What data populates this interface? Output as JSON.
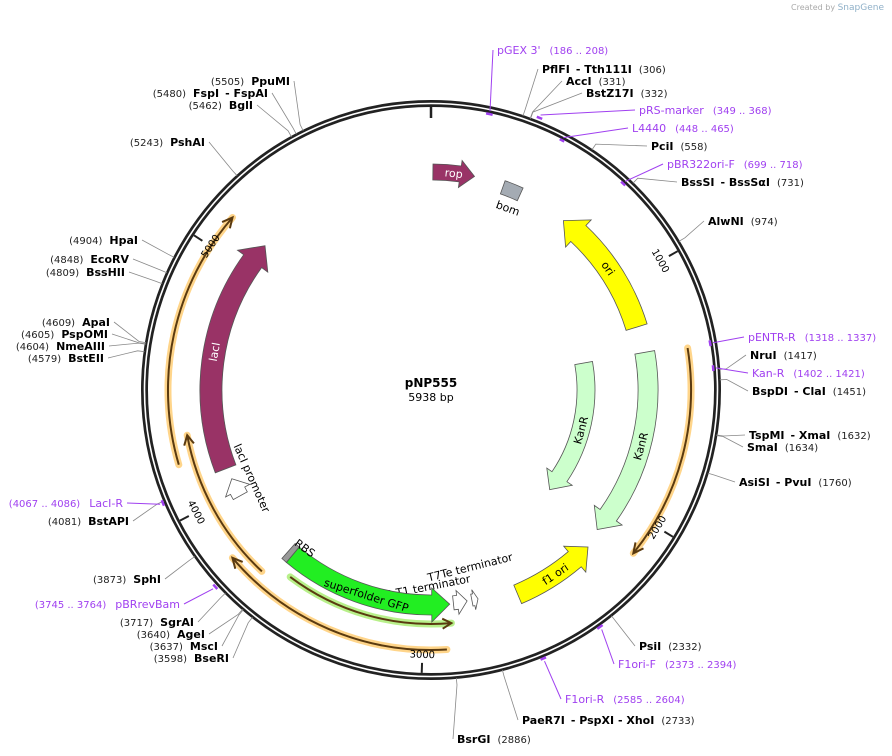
{
  "header": {
    "credit_prefix": "Created by",
    "credit_brand": "SnapGene"
  },
  "plasmid": {
    "name": "pNP555",
    "length_label": "5938 bp",
    "length_bp": 5938
  },
  "ticks": [
    "1000",
    "2000",
    "3000",
    "4000",
    "5000"
  ],
  "colors": {
    "backbone": "#222222",
    "primer": "#a040f0",
    "orf_glow": "#ffd58a",
    "orf_line": "#5a3a10",
    "leader": "#888888"
  },
  "features": [
    {
      "name": "rop",
      "color": "#993366"
    },
    {
      "name": "bom",
      "color": "#a4abb3"
    },
    {
      "name": "ori",
      "color": "#ffff00"
    },
    {
      "name": "KanR",
      "color": "#ccffcc"
    },
    {
      "name": "KanR",
      "color": "#ccffcc"
    },
    {
      "name": "f1 ori",
      "color": "#ffff00"
    },
    {
      "name": "T7Te terminator",
      "color": "#ffffff"
    },
    {
      "name": "rrnB T1 terminator",
      "color": "#ffffff"
    },
    {
      "name": "superfolder GFP",
      "color": "#22ee22"
    },
    {
      "name": "RBS",
      "color": "#999999"
    },
    {
      "name": "lacI promoter",
      "color": "#ffffff"
    },
    {
      "name": "lacI",
      "color": "#993366"
    }
  ],
  "enzymes": [
    {
      "name": "PflFI",
      "extra": "- Tth111I",
      "position": "(306)"
    },
    {
      "name": "AccI",
      "position": "(331)"
    },
    {
      "name": "BstZ17I",
      "position": "(332)"
    },
    {
      "name": "PciI",
      "position": "(558)"
    },
    {
      "name": "BssSI",
      "extra": "- BssSαI",
      "position": "(731)"
    },
    {
      "name": "AlwNI",
      "position": "(974)"
    },
    {
      "name": "NruI",
      "position": "(1417)"
    },
    {
      "name": "BspDI",
      "extra": "- ClaI",
      "position": "(1451)"
    },
    {
      "name": "TspMI",
      "extra": "- XmaI",
      "position": "(1632)"
    },
    {
      "name": "SmaI",
      "position": "(1634)"
    },
    {
      "name": "AsiSI",
      "extra": "- PvuI",
      "position": "(1760)"
    },
    {
      "name": "PsiI",
      "position": "(2332)"
    },
    {
      "name": "PaeR7I",
      "extra": "- PspXI - XhoI",
      "position": "(2733)"
    },
    {
      "name": "BsrGI",
      "position": "(2886)"
    },
    {
      "name": "BseRI",
      "position": "(3598)"
    },
    {
      "name": "MscI",
      "position": "(3637)"
    },
    {
      "name": "AgeI",
      "position": "(3640)"
    },
    {
      "name": "SgrAI",
      "position": "(3717)"
    },
    {
      "name": "SphI",
      "position": "(3873)"
    },
    {
      "name": "BstAPI",
      "position": "(4081)"
    },
    {
      "name": "BstEII",
      "position": "(4579)"
    },
    {
      "name": "NmeAIII",
      "position": "(4604)"
    },
    {
      "name": "PspOMI",
      "position": "(4605)"
    },
    {
      "name": "ApaI",
      "position": "(4609)"
    },
    {
      "name": "BssHII",
      "position": "(4809)"
    },
    {
      "name": "EcoRV",
      "position": "(4848)"
    },
    {
      "name": "HpaI",
      "position": "(4904)"
    },
    {
      "name": "PshAI",
      "position": "(5243)"
    },
    {
      "name": "BglI",
      "position": "(5462)"
    },
    {
      "name": "FspI",
      "extra": "- FspAI",
      "position": "(5480)"
    },
    {
      "name": "PpuMI",
      "position": "(5505)"
    }
  ],
  "primers": [
    {
      "name": "pGEX 3'",
      "range": "(186 .. 208)"
    },
    {
      "name": "pRS-marker",
      "range": "(349 .. 368)"
    },
    {
      "name": "L4440",
      "range": "(448 .. 465)"
    },
    {
      "name": "pBR322ori-F",
      "range": "(699 .. 718)"
    },
    {
      "name": "pENTR-R",
      "range": "(1318 .. 1337)"
    },
    {
      "name": "Kan-R",
      "range": "(1402 .. 1421)"
    },
    {
      "name": "F1ori-F",
      "range": "(2373 .. 2394)"
    },
    {
      "name": "F1ori-R",
      "range": "(2585 .. 2604)"
    },
    {
      "name": "pBRrevBam",
      "range": "(3745 .. 3764)"
    },
    {
      "name": "LacI-R",
      "range": "(4067 .. 4086)"
    }
  ]
}
